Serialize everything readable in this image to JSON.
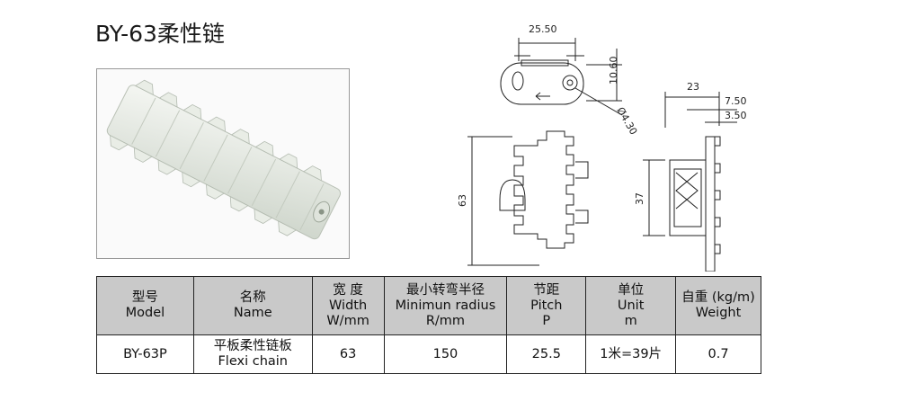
{
  "title": "BY-63柔性链",
  "dimensions": {
    "pitch_width": "25.50",
    "height_10": "10.60",
    "hole_dia": "Ø4.30",
    "width_63": "63",
    "side_23": "23",
    "side_7": "7.50",
    "side_3": "3.50",
    "side_37": "37"
  },
  "table": {
    "headers": [
      [
        "型号",
        "Model"
      ],
      [
        "名称",
        "Name"
      ],
      [
        "宽 度",
        "Width",
        "W/mm"
      ],
      [
        "最小转弯半径",
        "Minimun radius",
        "R/mm"
      ],
      [
        "节距",
        "Pitch",
        "P"
      ],
      [
        "单位",
        "Unit",
        "m"
      ],
      [
        "自重 (kg/m)",
        "Weight"
      ]
    ],
    "row": {
      "model": "BY-63P",
      "name_cn": "平板柔性链板",
      "name_en": "Flexi chain",
      "width": "63",
      "radius": "150",
      "pitch": "25.5",
      "unit": "1米=39片",
      "weight": "0.7"
    }
  }
}
